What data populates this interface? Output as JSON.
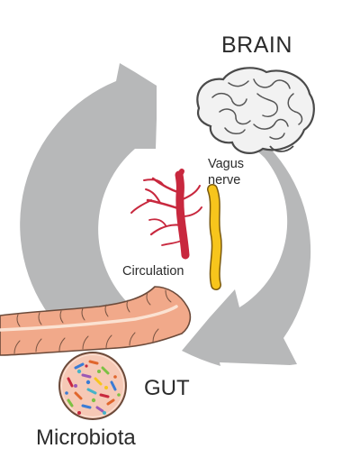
{
  "labels": {
    "brain": "BRAIN",
    "gut": "GUT",
    "microbiota": "Microbiota",
    "vagus": "Vagus\nnerve",
    "circulation": "Circulation"
  },
  "icons": {
    "brain": "brain-icon",
    "intestine": "intestine-icon",
    "microbiota": "microbiota-petri-dish-icon",
    "blood_vessel": "blood-vessel-icon",
    "vagus_nerve": "vagus-nerve-icon",
    "cycle_arrows": "cycle-arrows-icon"
  },
  "colors": {
    "arrow": "#b7b8b9",
    "brain": "#f2f2f2",
    "brain_outline": "#4a4a4a",
    "intestine": "#f1a98a",
    "intestine_outline": "#6b4a3a",
    "blood_vessel": "#c8283e",
    "vagus_nerve": "#f7c51c",
    "petri_dish": "#f6c9b6"
  }
}
